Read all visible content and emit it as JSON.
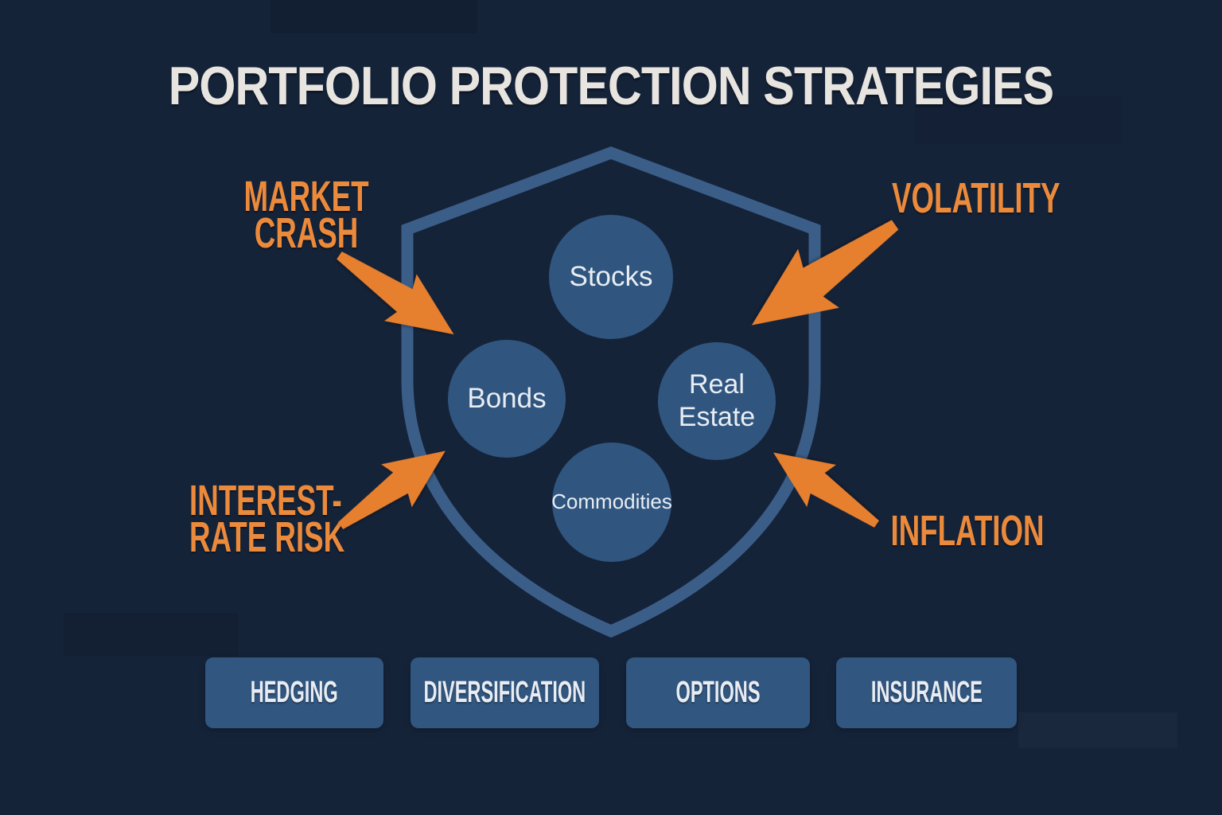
{
  "title": "PORTFOLIO PROTECTION STRATEGIES",
  "shield_assets": [
    {
      "name": "stocks",
      "lines": [
        "Stocks"
      ]
    },
    {
      "name": "bonds",
      "lines": [
        "Bonds"
      ]
    },
    {
      "name": "real-estate",
      "lines": [
        "Real",
        "Estate"
      ]
    },
    {
      "name": "commodities",
      "lines": [
        "Commodities"
      ]
    }
  ],
  "risks": [
    {
      "name": "market-crash",
      "lines": [
        "MARKET",
        "CRASH"
      ],
      "icon": "arrow-icon",
      "arrow_direction": "down-right"
    },
    {
      "name": "volatility",
      "lines": [
        "VOLATILITY"
      ],
      "icon": "arrow-icon",
      "arrow_direction": "down-left"
    },
    {
      "name": "interest-rate-risk",
      "lines": [
        "INTEREST-",
        "RATE RISK"
      ],
      "icon": "arrow-icon",
      "arrow_direction": "up-right"
    },
    {
      "name": "inflation",
      "lines": [
        "INFLATION"
      ],
      "icon": "arrow-icon",
      "arrow_direction": "up-left"
    }
  ],
  "strategies": [
    {
      "label": "HEDGING"
    },
    {
      "label": "DIVERSIFICATION"
    },
    {
      "label": "OPTIONS"
    },
    {
      "label": "INSURANCE"
    }
  ],
  "colors": {
    "background": "#152339",
    "title_text": "#e8e5e1",
    "accent_orange": "#ec8a3c",
    "arrow_orange": "#e6802f",
    "shield_stroke": "#3b5e89",
    "circle_fill": "#30557f",
    "button_fill": "#31567f",
    "light_text": "#e9edf3"
  }
}
